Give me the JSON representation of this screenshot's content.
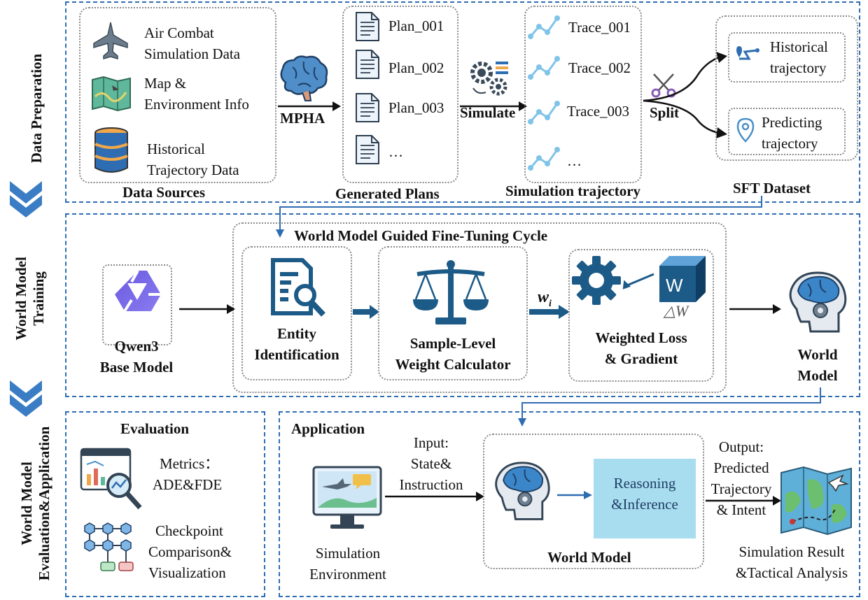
{
  "side_labels": {
    "data_preparation": "Data Preparation",
    "training_line1": "World Model",
    "training_line2": "Training",
    "eval_line1": "World Model",
    "eval_line2": "Evaluation&Application"
  },
  "data_sources": {
    "caption": "Data Sources",
    "item1_line1": "Air Combat",
    "item1_line2": "Simulation Data",
    "item2_line1": "Map &",
    "item2_line2": "Environment Info",
    "item3_line1": "Historical",
    "item3_line2": "Trajectory Data"
  },
  "mpha_label": "MPHA",
  "plans": {
    "caption": "Generated Plans",
    "items": [
      "Plan_001",
      "Plan_002",
      "Plan_003",
      "…"
    ]
  },
  "simulate_label": "Simulate",
  "traces": {
    "caption": "Simulation trajectory",
    "items": [
      "Trace_001",
      "Trace_002",
      "Trace_003",
      "…"
    ]
  },
  "split_label": "Split",
  "sft": {
    "caption": "SFT Dataset",
    "historical_line1": "Historical",
    "historical_line2": "trajectory",
    "predicting_line1": "Predicting",
    "predicting_line2": "trajectory"
  },
  "training": {
    "cycle_title": "World Model Guided Fine-Tuning Cycle",
    "base_line1": "Qwen3",
    "base_line2": "Base Model",
    "entity_line1": "Entity",
    "entity_line2": "Identification",
    "weight_line1": "Sample-Level",
    "weight_line2": "Weight Calculator",
    "wi_label": "w",
    "wi_sub": "i",
    "loss_line1": "Weighted Loss",
    "loss_line2": "& Gradient",
    "w_box": "W",
    "delta_w": "△W",
    "world_line1": "World",
    "world_line2": "Model"
  },
  "evaluation": {
    "title": "Evaluation",
    "metrics_line1": "Metrics：",
    "metrics_line2": "ADE&FDE",
    "checkpoint_line1": "Checkpoint",
    "checkpoint_line2": "Comparison&",
    "checkpoint_line3": "Visualization"
  },
  "application": {
    "title": "Application",
    "input_line1": "Input:",
    "input_line2": "State&",
    "input_line3": "Instruction",
    "sim_env_line1": "Simulation",
    "sim_env_line2": "Environment",
    "reasoning_line1": "Reasoning",
    "reasoning_line2": "&Inference",
    "world_model": "World Model",
    "output_line1": "Output:",
    "output_line2": "Predicted",
    "output_line3": "Trajectory",
    "output_line4": "& Intent",
    "result_line1": "Simulation Result",
    "result_line2": "&Tactical Analysis"
  },
  "colors": {
    "panel_border": "#2f6db2",
    "accent_dark": "#1c5a87",
    "reasoning_fill": "#a8dcef"
  }
}
